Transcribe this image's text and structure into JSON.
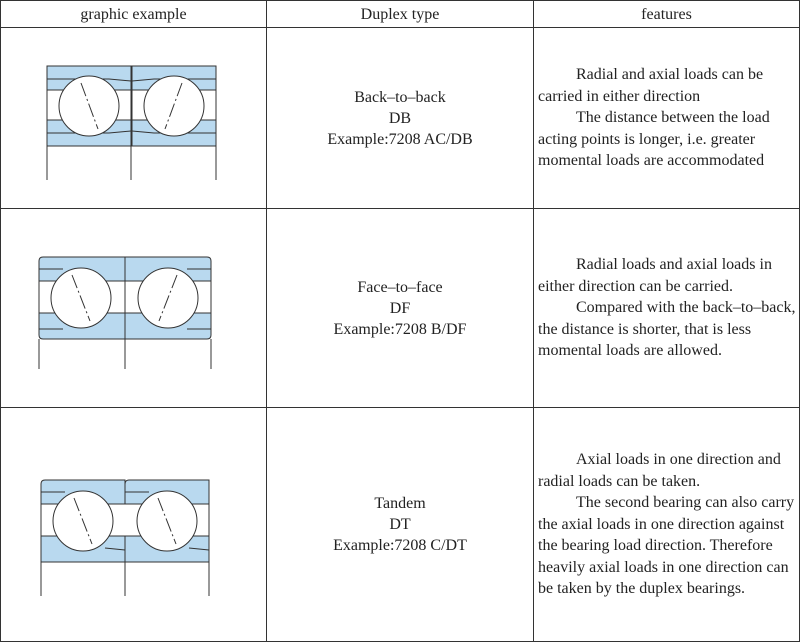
{
  "header": {
    "col1": "graphic example",
    "col2": "Duplex type",
    "col3": "features"
  },
  "rows": [
    {
      "illustration": "back-to-back-bearing-pair",
      "type_name": "Back–to–back",
      "type_code": "DB",
      "example": "Example:7208 AC/DB",
      "features": [
        "Radial and axial loads can be carried in either direction",
        "The distance between the load acting points is longer, i.e. greater momental loads are accommodated"
      ]
    },
    {
      "illustration": "face-to-face-bearing-pair",
      "type_name": "Face–to–face",
      "type_code": "DF",
      "example": "Example:7208 B/DF",
      "features": [
        "Radial loads and axial loads in either direction can be carried.",
        "Compared with the back–to–back, the distance is shorter, that is less momental loads are allowed."
      ]
    },
    {
      "illustration": "tandem-bearing-pair",
      "type_name": "Tandem",
      "type_code": "DT",
      "example": "Example:7208 C/DT",
      "features": [
        "Axial loads in one direction and radial loads can be taken.",
        "The second bearing can also carry the axial loads in one direction against the bearing load direction. Therefore heavily axial loads in one direction can be taken by the duplex bearings."
      ]
    }
  ],
  "colors": {
    "ring_fill": "#b9d9ef",
    "line": "#333333"
  }
}
